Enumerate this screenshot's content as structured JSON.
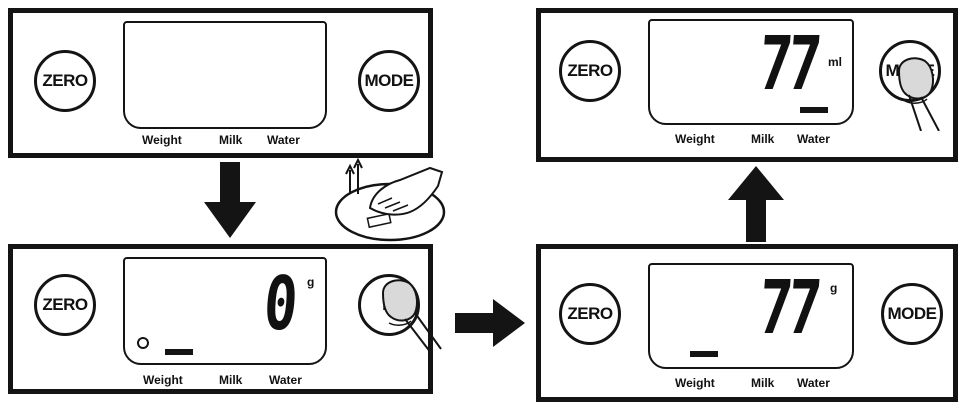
{
  "buttons": {
    "zero": "ZERO",
    "mode": "MODE",
    "mode_partial": "M"
  },
  "modes": {
    "weight": "Weight",
    "milk": "Milk",
    "water": "Water"
  },
  "panel_bl": {
    "digits": "0",
    "unit": "g"
  },
  "panel_br": {
    "digits": "77",
    "unit": "g"
  },
  "panel_tr": {
    "digits": "77",
    "unit": "ml"
  }
}
